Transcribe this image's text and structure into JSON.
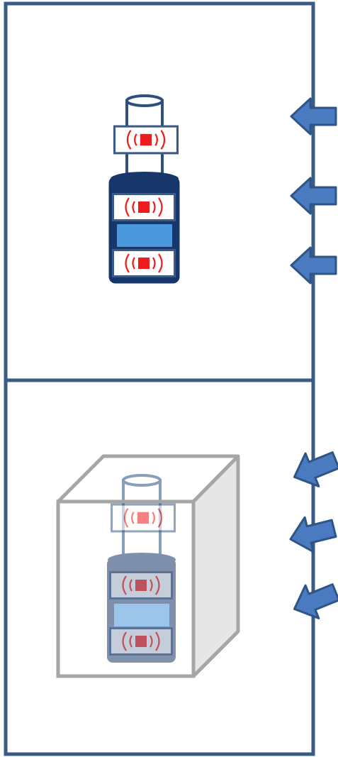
{
  "colors": {
    "frame": "#3b5b87",
    "arrow": "#4a7abf",
    "arrow_stroke": "#2f5586",
    "tag_red": "#ee1c1c",
    "tag_border": "#3b5b87",
    "bottle_dark": "#17366a",
    "bottle_light_band": "#4a97dc",
    "box_gray": "#a6a6a6",
    "box_side": "#e6e6e6"
  },
  "panels": [
    {
      "name": "top-panel",
      "arrows": 3,
      "arrow_style": "horizontal",
      "object": "tagged-bottle"
    },
    {
      "name": "bottom-panel",
      "arrows": 3,
      "arrow_style": "angled",
      "object": "boxed-tagged-bottle"
    }
  ],
  "icons": [
    "rfid-tag-icon",
    "arrow-left-icon",
    "bottle-icon",
    "box-icon"
  ]
}
